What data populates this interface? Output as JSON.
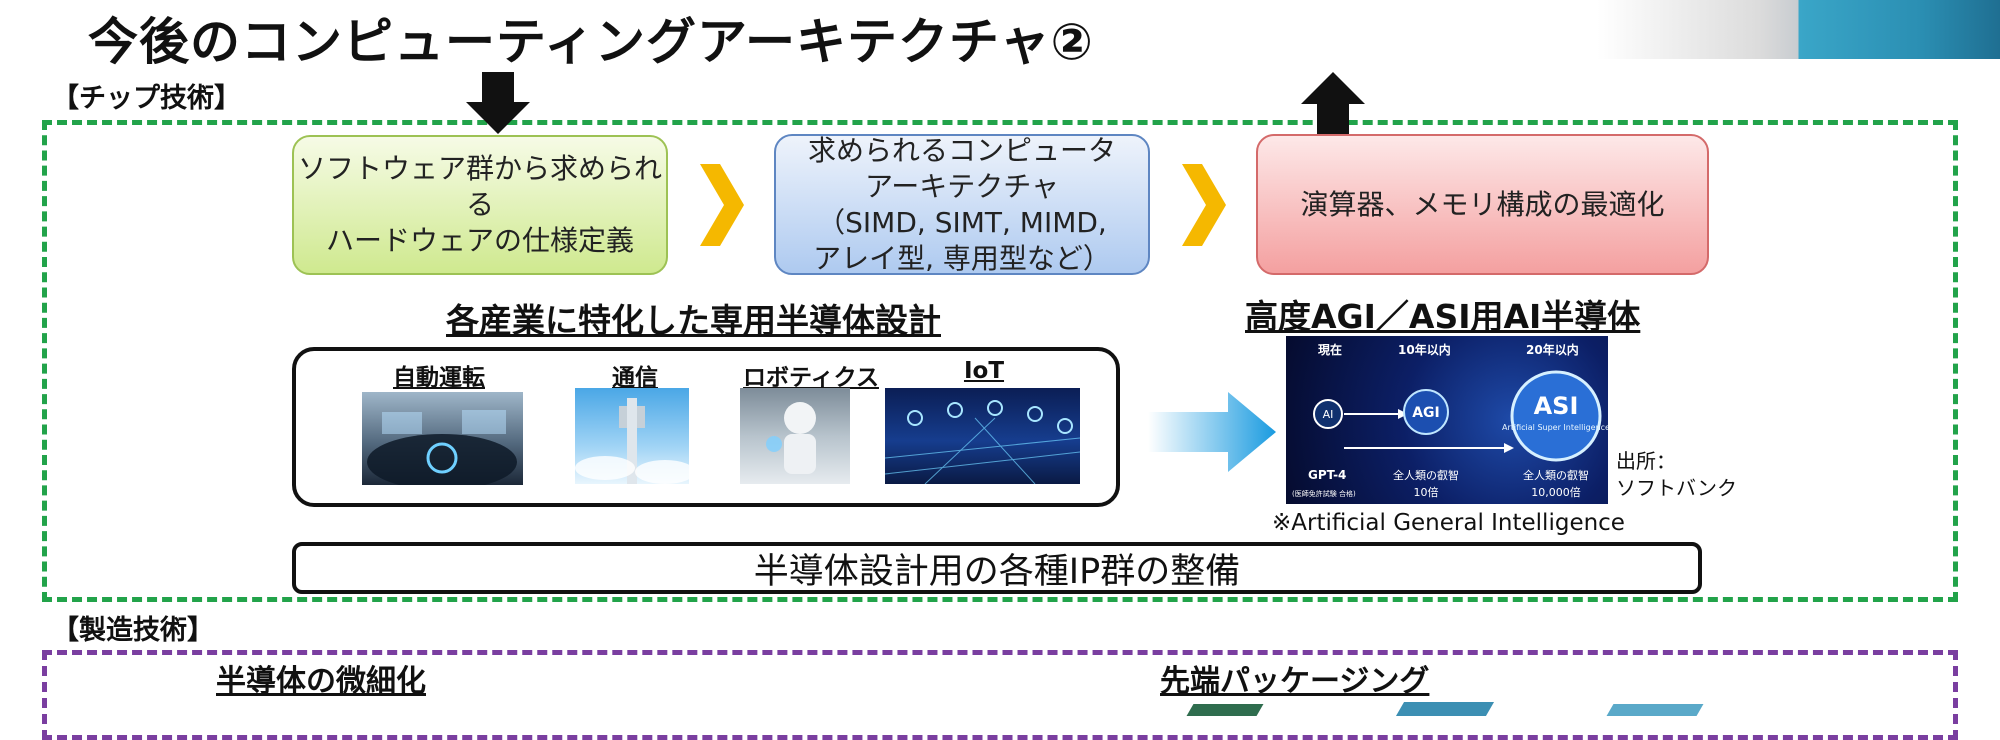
{
  "title": "今後のコンピューティングアーキテクチャ②",
  "sections": {
    "chip": "【チップ技術】",
    "manufacturing": "【製造技術】"
  },
  "flow": {
    "step1": "ソフトウェア群から求められる\nハードウェアの仕様定義",
    "step2": "求められるコンピュータ\nアーキテクチャ\n（SIMD, SIMT, MIMD,\nアレイ型, 専用型など）",
    "step3": "演算器、メモリ構成の最適化"
  },
  "industry": {
    "heading": "各産業に特化した専用半導体設計",
    "items": [
      {
        "label": "自動運転",
        "icon": "car-dashboard-image"
      },
      {
        "label": "通信",
        "icon": "cell-tower-image"
      },
      {
        "label": "ロボティクス",
        "icon": "robot-image"
      },
      {
        "label": "IoT",
        "icon": "iot-network-image"
      }
    ]
  },
  "agi": {
    "heading": "高度AGI／ASI用AI半導体",
    "image_text": {
      "now": "現在",
      "ten_years": "10年以内",
      "twenty_years": "20年以内",
      "ai": "AI",
      "agi": "AGI",
      "asi": "ASI",
      "asi_sub": "Artificial Super\nIntelligence",
      "gpt": "GPT-4",
      "gpt_sub": "(医師免許試験 合格)",
      "agi_cap1": "全人類の叡智",
      "agi_cap2": "10倍",
      "asi_cap1": "全人類の叡智",
      "asi_cap2": "10,000倍"
    },
    "source_label": "出所：",
    "source_name": "ソフトバンク",
    "footnote": "※Artificial General Intelligence"
  },
  "ip_bar": "半導体設計用の各種IP群の整備",
  "manufacturing": {
    "left_heading": "半導体の微細化",
    "right_heading": "先端パッケージング"
  },
  "colors": {
    "chip_frame": "#22a34a",
    "mfg_frame": "#7a3ea0",
    "flow_arrow": "#f5b800",
    "big_arrow": "#1a9be0"
  }
}
